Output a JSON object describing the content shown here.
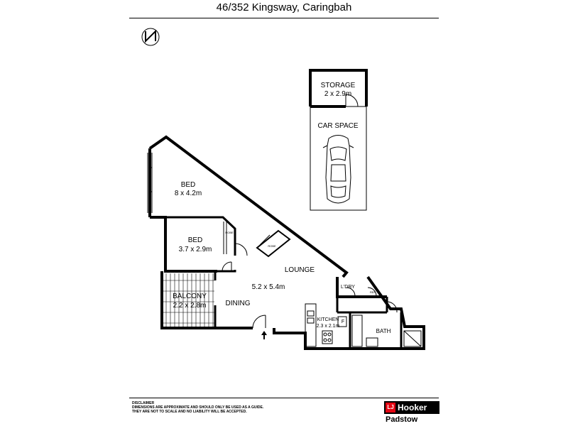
{
  "header": {
    "title": "46/352 Kingsway, Caringbah"
  },
  "rooms": {
    "storage": {
      "name": "STORAGE",
      "size": "2 x 2.9m"
    },
    "car_space": {
      "name": "CAR SPACE"
    },
    "bed1": {
      "name": "BED",
      "size": "8 x 4.2m"
    },
    "bed2": {
      "name": "BED",
      "size": "3.7 x 2.9m"
    },
    "robe1": "ROBE",
    "robe2": "ROBE",
    "lounge": {
      "name": "LOUNGE",
      "size": "5.2 x 5.4m"
    },
    "balcony": {
      "name": "BALCONY",
      "size": "2.2 x 2.8m"
    },
    "dining": {
      "name": "DINING"
    },
    "laundry": {
      "name": "L'DRY"
    },
    "refrigerator": "REF",
    "kitchen": {
      "name": "KITCHEN",
      "size": "2.3 x 2.1m"
    },
    "fridge_mark": "F",
    "bath": {
      "name": "BATH"
    }
  },
  "compass": {
    "letter": "N"
  },
  "footer": {
    "disclaimer_title": "DISCLAIMER",
    "disclaimer_line1": "DIMENSIONS ARE APPROXIMATE AND SHOULD ONLY BE USED AS A GUIDE.",
    "disclaimer_line2": "THEY ARE NOT TO SCALE AND NO LIABILITY WILL BE ACCEPTED.",
    "brand_logo": "LJ",
    "brand_name": "Hooker",
    "brand_office": "Padstow"
  },
  "colors": {
    "walls": "#000000",
    "background": "#ffffff",
    "brand_red": "#e30613"
  }
}
